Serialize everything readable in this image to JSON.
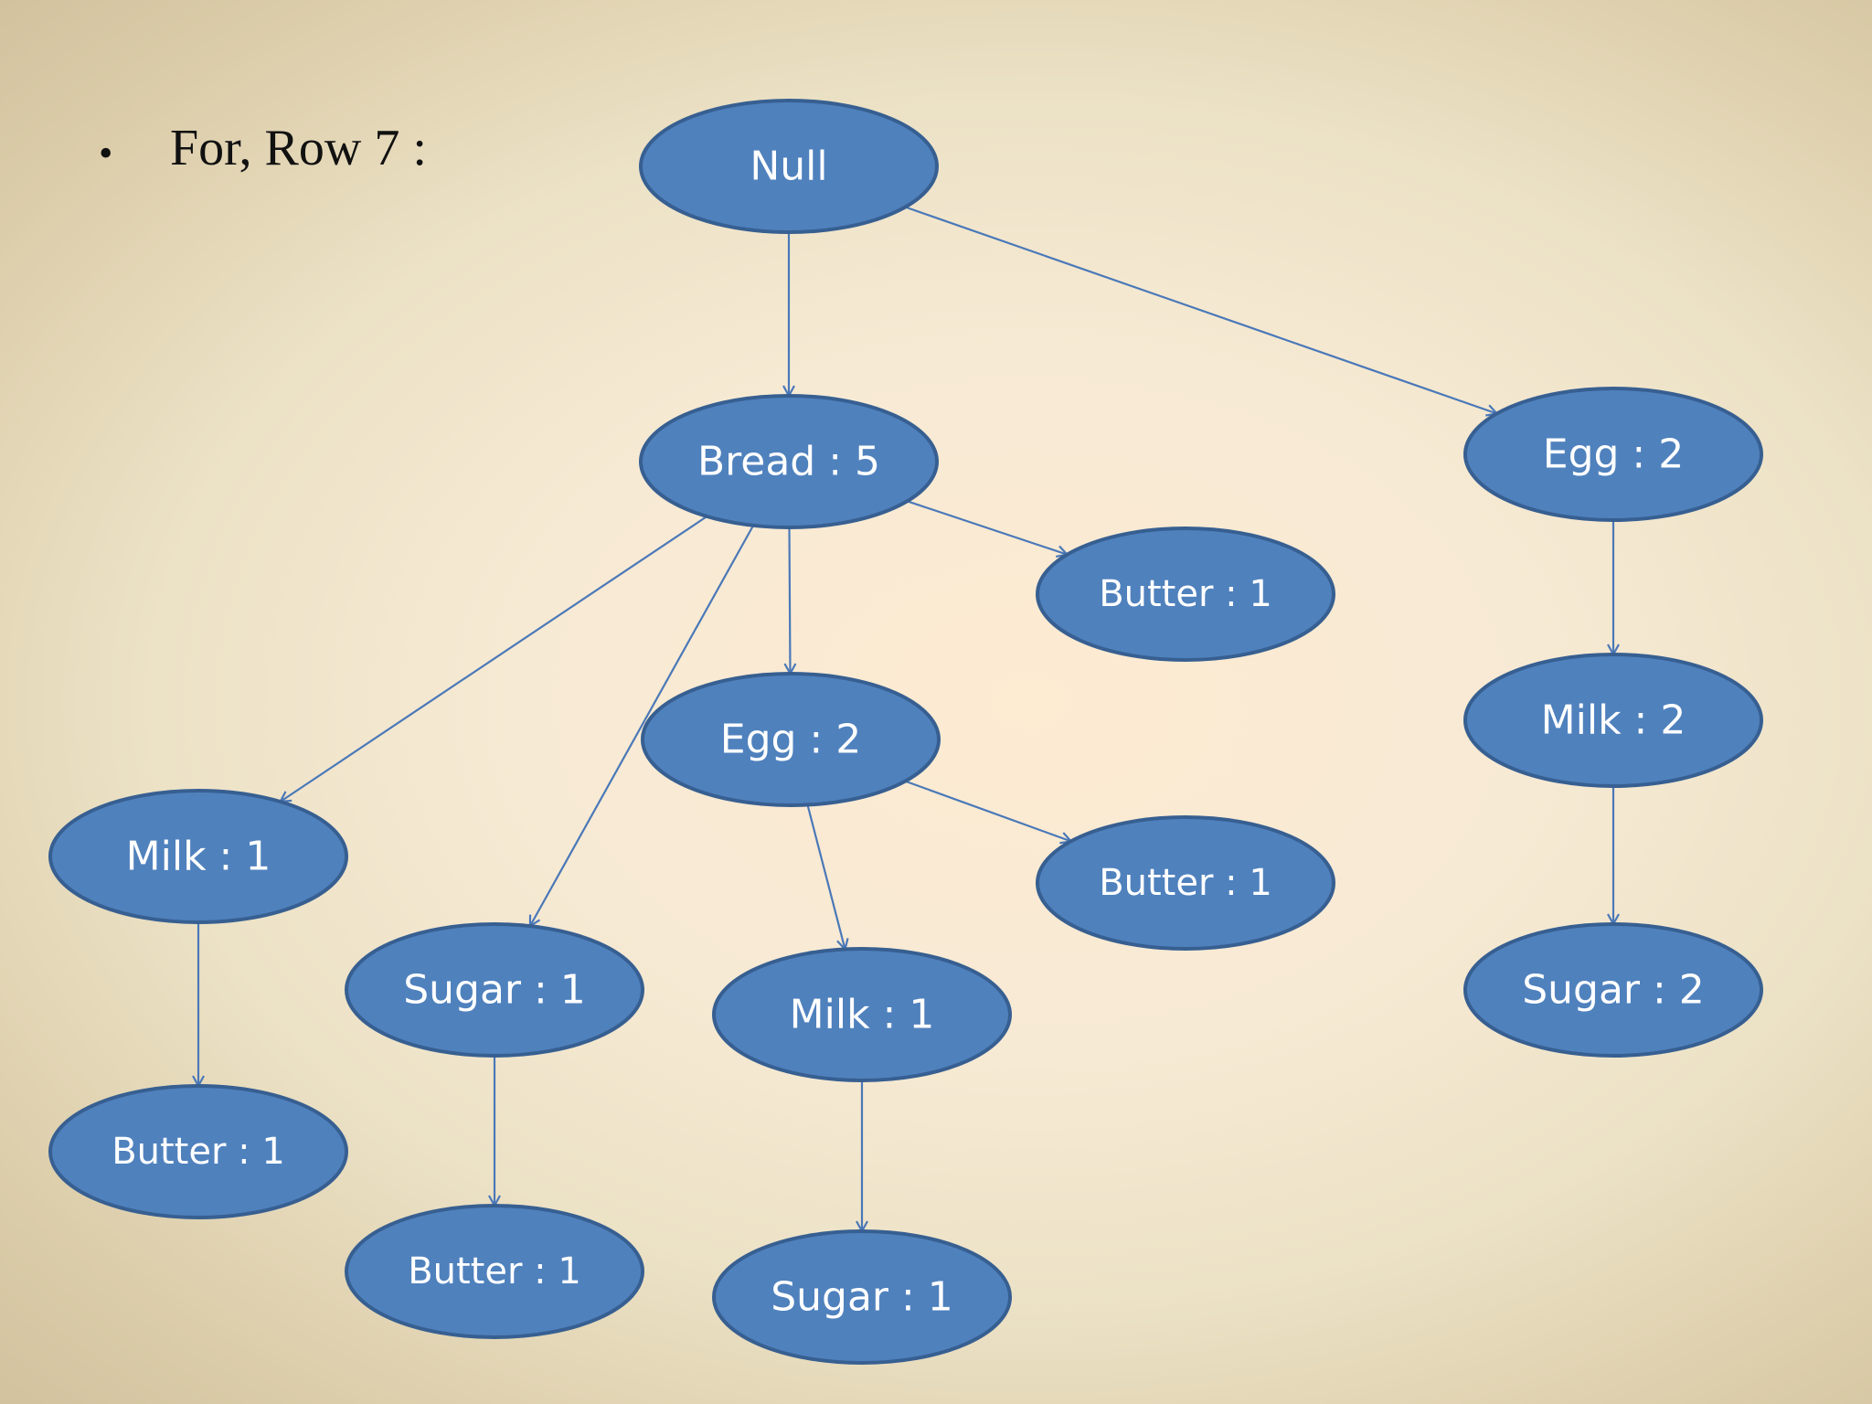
{
  "bullet": {
    "symbol": "•",
    "text": "For, Row 7 :"
  },
  "colors": {
    "node_fill": "#4f81bd",
    "node_stroke": "#375f91",
    "edge": "#4a78b8",
    "label": "#ffffff"
  },
  "nodes": [
    {
      "id": "null",
      "label": "Null"
    },
    {
      "id": "bread",
      "label": "Bread : 5"
    },
    {
      "id": "egg-right",
      "label": "Egg : 2"
    },
    {
      "id": "butter-top",
      "label": "Butter : 1"
    },
    {
      "id": "egg-mid",
      "label": "Egg : 2"
    },
    {
      "id": "milk-right",
      "label": "Milk : 2"
    },
    {
      "id": "milk-left",
      "label": "Milk : 1"
    },
    {
      "id": "butter-mid",
      "label": "Butter : 1"
    },
    {
      "id": "sugar-left",
      "label": "Sugar : 1"
    },
    {
      "id": "milk-mid",
      "label": "Milk : 1"
    },
    {
      "id": "sugar-right",
      "label": "Sugar : 2"
    },
    {
      "id": "butter-left",
      "label": "Butter : 1"
    },
    {
      "id": "butter-bottom",
      "label": "Butter : 1"
    },
    {
      "id": "sugar-bottom",
      "label": "Sugar : 1"
    }
  ],
  "edges": [
    {
      "from": "null",
      "to": "bread"
    },
    {
      "from": "null",
      "to": "egg-right"
    },
    {
      "from": "bread",
      "to": "milk-left"
    },
    {
      "from": "bread",
      "to": "sugar-left"
    },
    {
      "from": "bread",
      "to": "egg-mid"
    },
    {
      "from": "bread",
      "to": "butter-top"
    },
    {
      "from": "egg-mid",
      "to": "milk-mid"
    },
    {
      "from": "egg-mid",
      "to": "butter-mid"
    },
    {
      "from": "egg-right",
      "to": "milk-right"
    },
    {
      "from": "milk-right",
      "to": "sugar-right"
    },
    {
      "from": "milk-left",
      "to": "butter-left"
    },
    {
      "from": "sugar-left",
      "to": "butter-bottom"
    },
    {
      "from": "milk-mid",
      "to": "sugar-bottom"
    }
  ]
}
